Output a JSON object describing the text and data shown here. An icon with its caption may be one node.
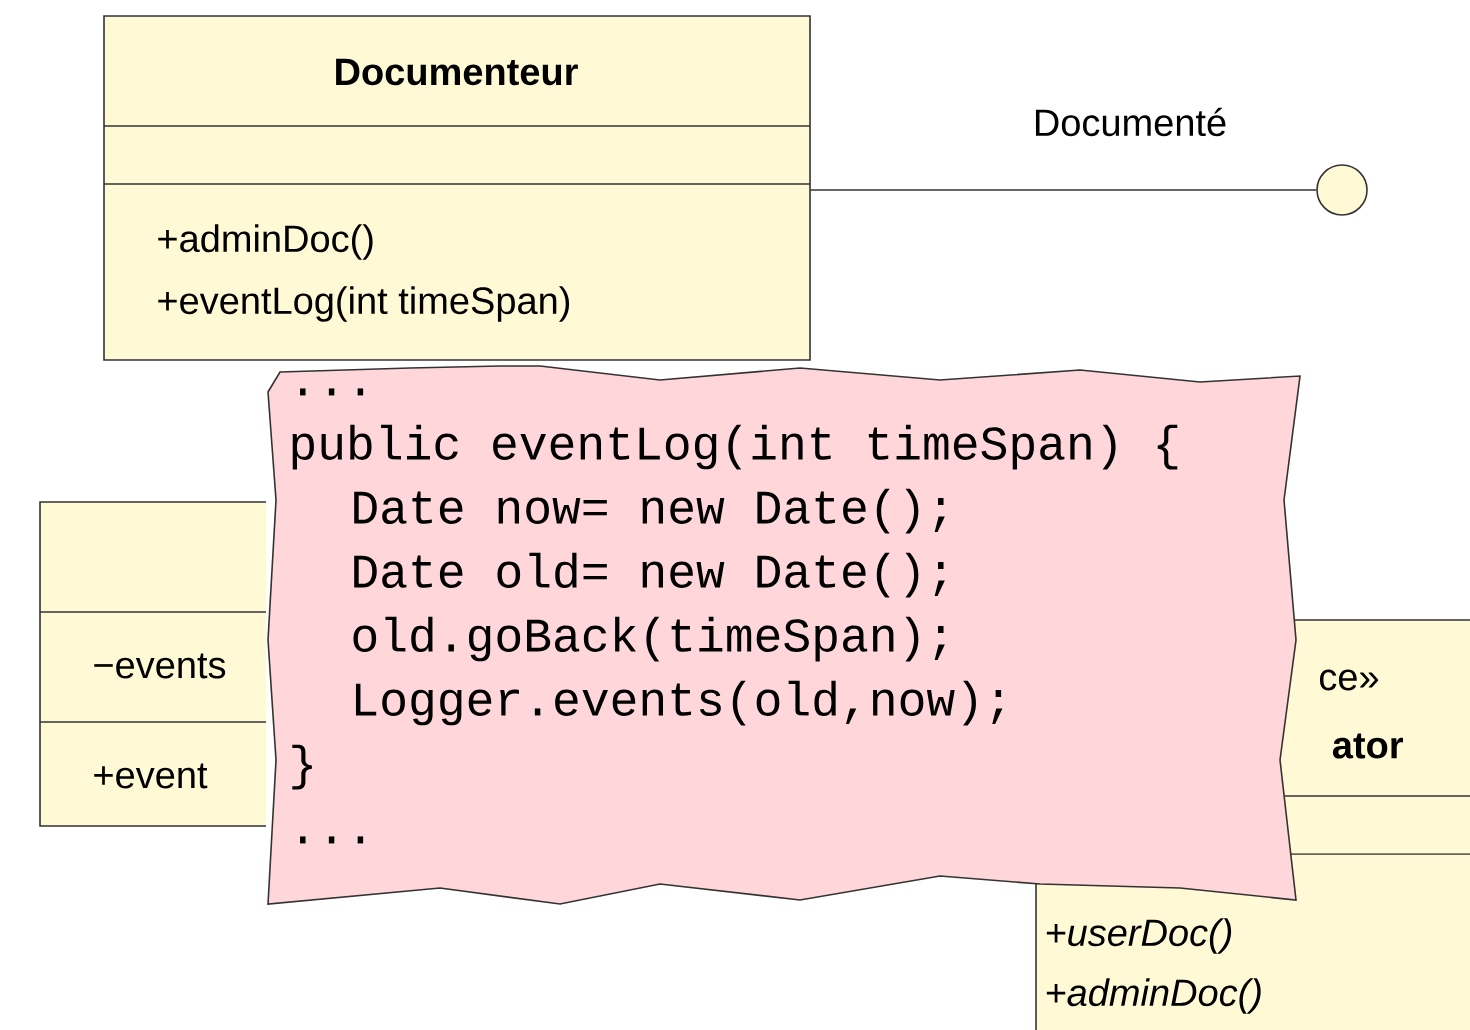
{
  "diagram": {
    "nodes": [
      {
        "text": [
          "Documenteur",
          "+adminDoc()",
          "+eventLog(int timeSpan)"
        ]
      },
      {
        "text": [],
        "shape": "circle",
        "beside": [
          "Documenté"
        ]
      },
      {
        "text": [
          "−events",
          "+event"
        ]
      },
      {
        "text": [
          "ce»",
          "ator",
          "*+userDoc()*",
          "*+adminDoc()*"
        ]
      },
      {
        "text": [
          "...",
          "public eventLog(int timeSpan) {",
          "Date now= new Date();",
          "Date old= new Date();",
          "old.goBack(timeSpan);",
          "Logger.events(old,now);",
          "}",
          "..."
        ]
      }
    ],
    "edges": [
      {
        "from": 0,
        "to": 1,
        "arrow": "none"
      }
    ]
  }
}
